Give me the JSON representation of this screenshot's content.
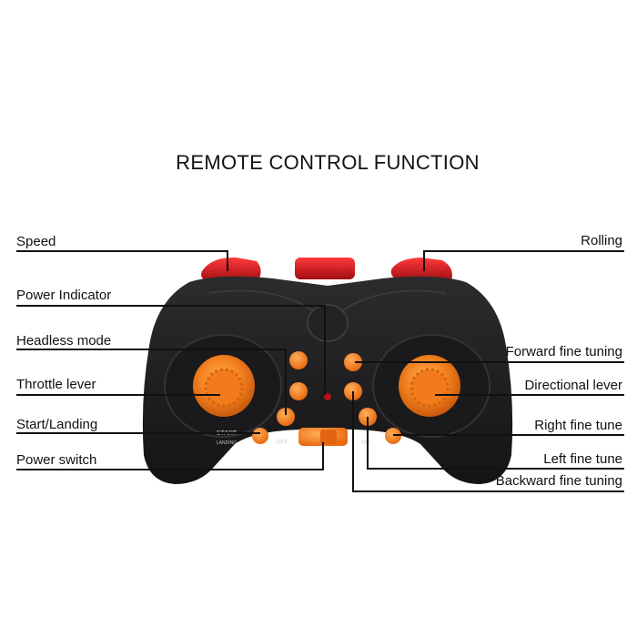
{
  "title": "REMOTE CONTROL FUNCTION",
  "labels": {
    "speed": "Speed",
    "power_indicator": "Power Indicator",
    "headless_mode": "Headless mode",
    "throttle_lever": "Throttle lever",
    "start_landing": "Start/Landing",
    "power_switch": "Power switch",
    "rolling": "Rolling",
    "forward_fine_tuning": "Forward fine tuning",
    "directional_lever": "Directional lever",
    "right_fine_tune": "Right fine tune",
    "left_fine_tune": "Left fine tune",
    "backward_fine_tuning": "Backward fine tuning"
  },
  "controller_text": {
    "start": "START",
    "landing": "LANDING",
    "off": "OFF",
    "on": "ON"
  },
  "colors": {
    "body": "#1e1d1f",
    "accent_orange": "#f07a1a",
    "shoulder_red": "#c8141c",
    "line": "#111111"
  }
}
